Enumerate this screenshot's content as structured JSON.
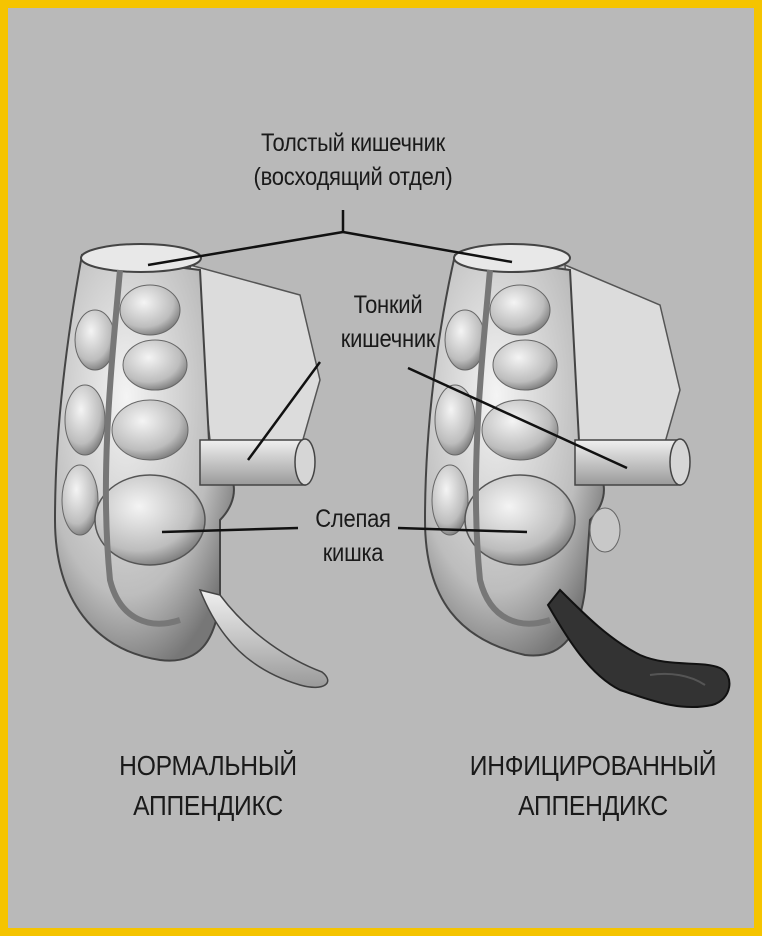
{
  "labels": {
    "large_intestine_line1": "Толстый кишечник",
    "large_intestine_line2": "(восходящий отдел)",
    "small_intestine_line1": "Тонкий",
    "small_intestine_line2": "кишечник",
    "cecum_line1": "Слепая",
    "cecum_line2": "кишка"
  },
  "captions": {
    "normal_line1": "НОРМАЛЬНЫЙ",
    "normal_line2": "АППЕНДИКС",
    "infected_line1": "ИНФИЦИРОВАННЫЙ",
    "infected_line2": "АППЕНДИКС"
  },
  "colors": {
    "border": "#f5c400",
    "background": "#b9b9b9",
    "tissue": "#e6e6e6",
    "inflamed_appendix": "#333333"
  }
}
